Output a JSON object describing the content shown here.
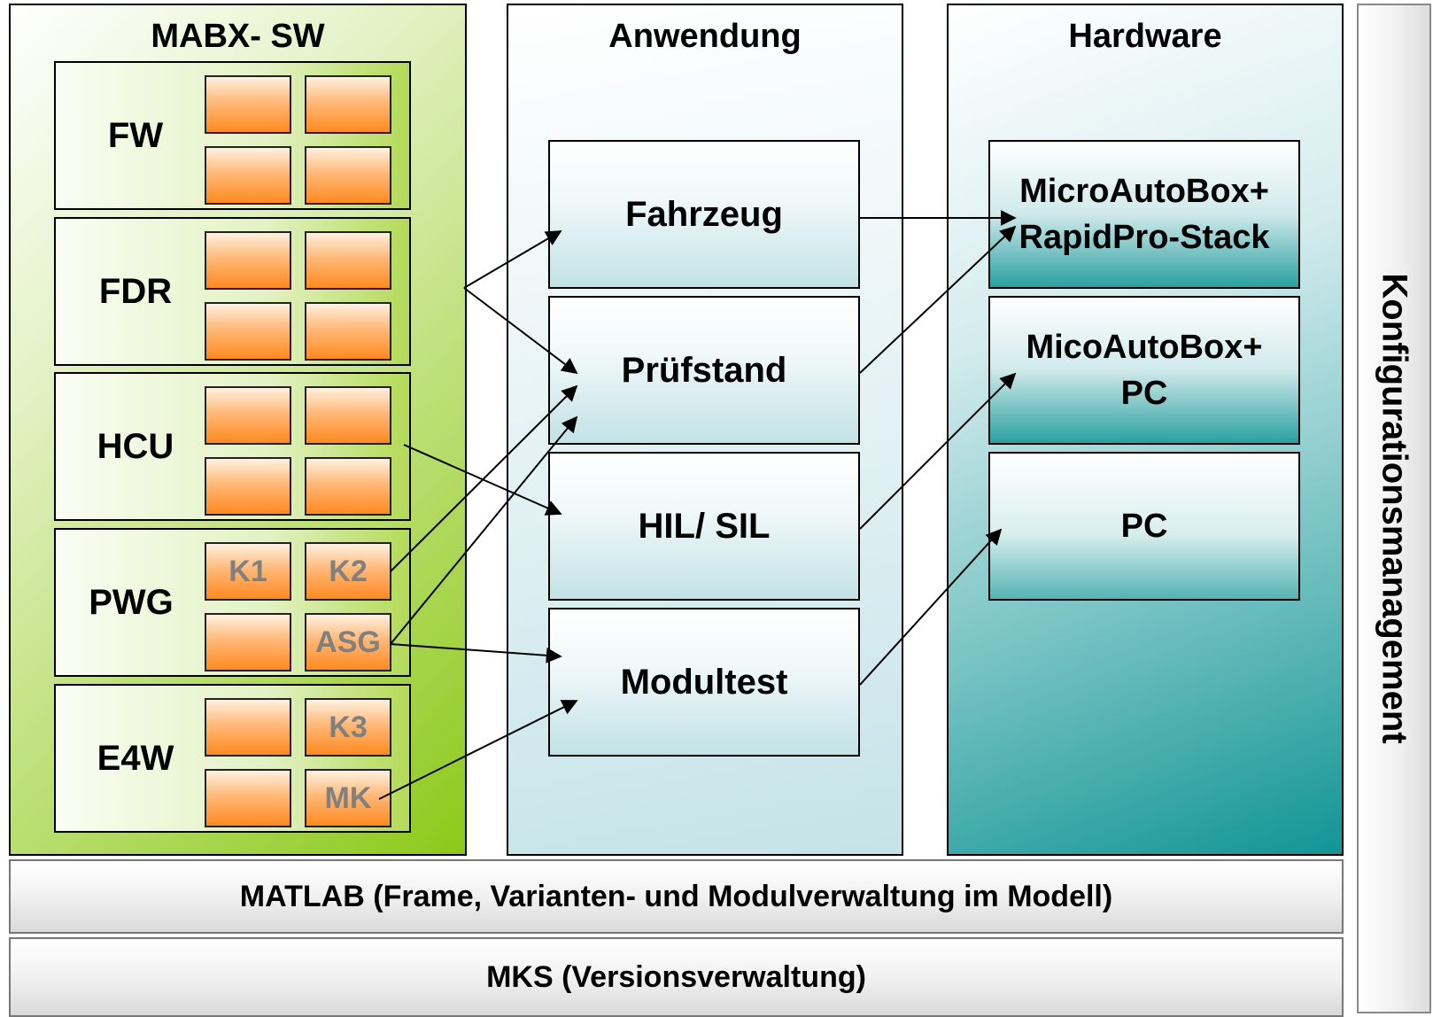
{
  "columns": {
    "mabx_title": "MABX- SW",
    "anwendung_title": "Anwendung",
    "hardware_title": "Hardware"
  },
  "groups": [
    {
      "label": "FW",
      "modules": [
        "",
        "",
        "",
        ""
      ]
    },
    {
      "label": "FDR",
      "modules": [
        "",
        "",
        "",
        ""
      ]
    },
    {
      "label": "HCU",
      "modules": [
        "",
        "",
        "",
        ""
      ]
    },
    {
      "label": "PWG",
      "modules": [
        "K1",
        "K2",
        "",
        "ASG"
      ]
    },
    {
      "label": "E4W",
      "modules": [
        "",
        "K3",
        "",
        "MK"
      ]
    }
  ],
  "applications": [
    "Fahrzeug",
    "Prüfstand",
    "HIL/ SIL",
    "Modultest"
  ],
  "hardware": [
    {
      "line1": "MicroAutoBox+",
      "line2": "RapidPro-Stack"
    },
    {
      "line1": "MicoAutoBox+",
      "line2": "PC"
    },
    {
      "line1": "PC",
      "line2": ""
    }
  ],
  "bars": {
    "matlab": "MATLAB (Frame, Varianten- und Modulverwaltung im Modell)",
    "mks": "MKS (Versionsverwaltung)"
  },
  "side_label": "Konfigurationsmanagement"
}
